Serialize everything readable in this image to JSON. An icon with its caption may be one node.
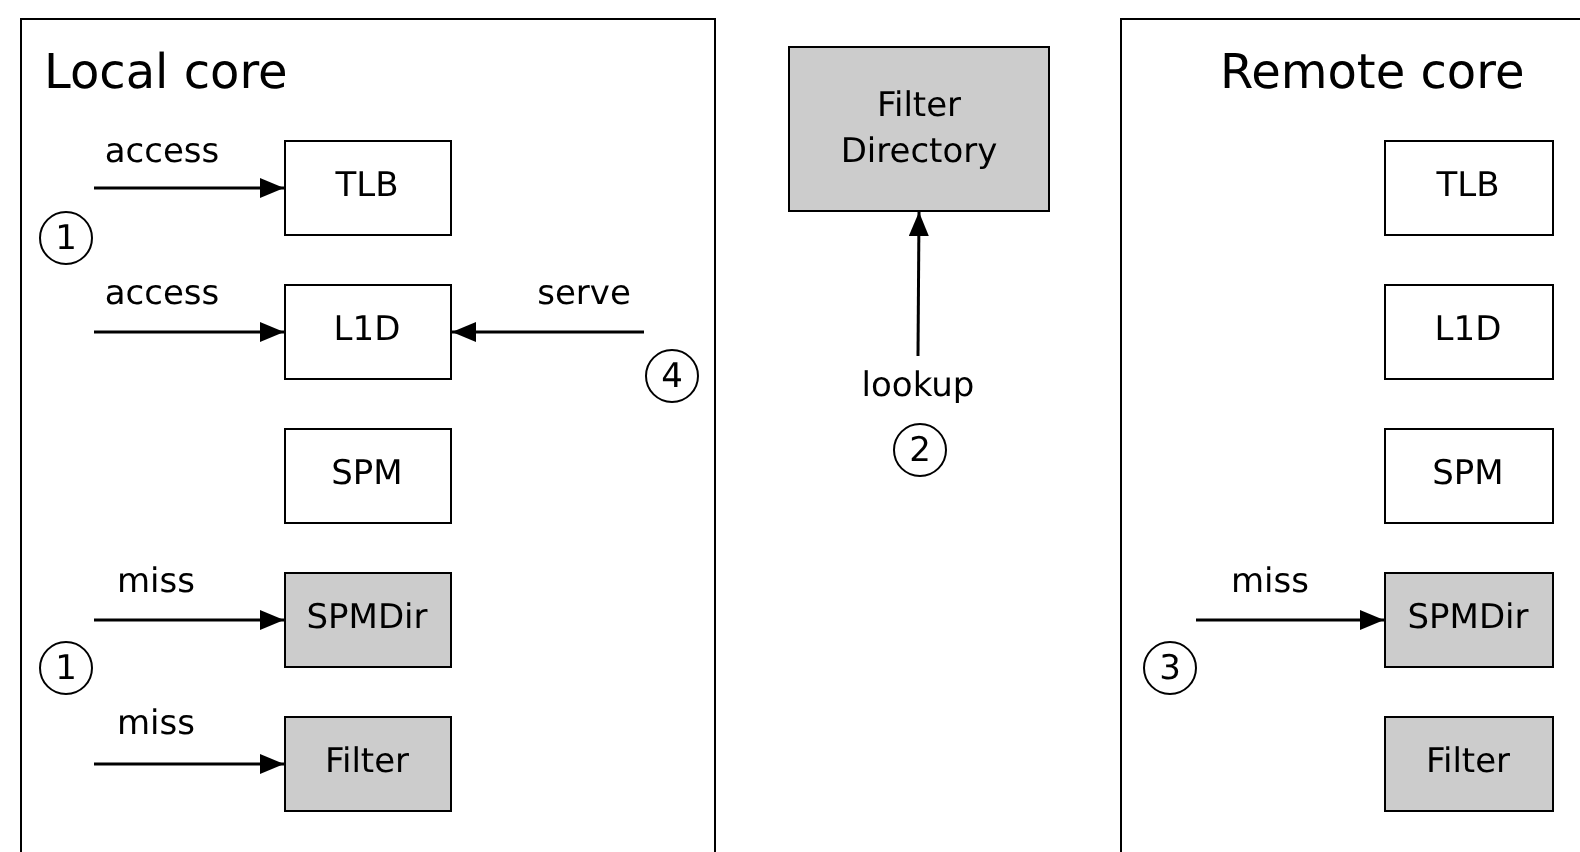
{
  "diagram": {
    "nodes": [
      {
        "text": [
          "Local core"
        ]
      },
      {
        "text": [
          "TLB"
        ],
        "in": 0
      },
      {
        "text": [
          "L1D"
        ],
        "in": 0
      },
      {
        "text": [
          "SPM"
        ],
        "in": 0
      },
      {
        "text": [
          "SPMDir"
        ],
        "in": 0
      },
      {
        "text": [
          "Filter"
        ],
        "in": 0
      },
      {
        "text": [
          "Filter Directory"
        ]
      },
      {
        "text": [
          "Remote core"
        ]
      },
      {
        "text": [
          "TLB"
        ],
        "in": 7
      },
      {
        "text": [
          "L1D"
        ],
        "in": 7
      },
      {
        "text": [
          "SPM"
        ],
        "in": 7
      },
      {
        "text": [
          "SPMDir"
        ],
        "in": 7
      },
      {
        "text": [
          "Filter"
        ],
        "in": 7
      }
    ],
    "edges": [
      {
        "from": null,
        "to": 1,
        "arrow": "to",
        "label": "access"
      },
      {
        "from": null,
        "to": 2,
        "arrow": "to",
        "label": "access"
      },
      {
        "from": null,
        "to": 2,
        "arrow": "to",
        "label": "serve"
      },
      {
        "from": null,
        "to": 4,
        "arrow": "to",
        "label": "miss"
      },
      {
        "from": null,
        "to": 5,
        "arrow": "to",
        "label": "miss"
      },
      {
        "from": null,
        "to": 6,
        "arrow": "to",
        "label": "lookup"
      },
      {
        "from": null,
        "to": 11,
        "arrow": "to",
        "label": "miss"
      }
    ],
    "labels": [
      "1",
      "4",
      "2",
      "1",
      "3"
    ]
  }
}
